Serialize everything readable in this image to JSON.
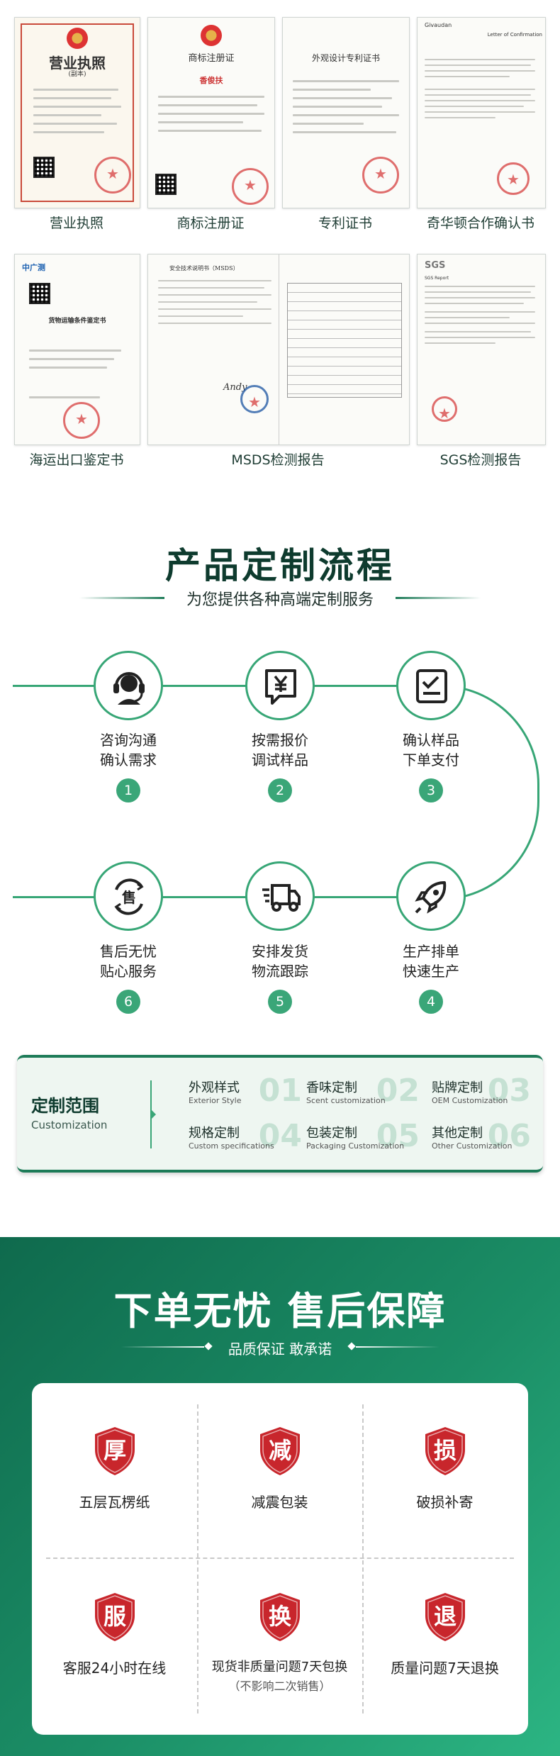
{
  "certificates": [
    {
      "caption": "营业执照",
      "doc_title": "营业执照",
      "doc_note": "(副本)"
    },
    {
      "caption": "商标注册证",
      "doc_title": "商标注册证",
      "doc_note": "香俊扶"
    },
    {
      "caption": "专利证书",
      "doc_title": "外观设计专利证书",
      "doc_note": ""
    },
    {
      "caption": "奇华顿合作确认书",
      "doc_title": "Letter of Confirmation",
      "doc_note": "Givaudan"
    },
    {
      "caption": "海运出口鉴定书",
      "doc_title": "货物运输条件鉴定书",
      "doc_note": "中广测"
    },
    {
      "caption": "MSDS检测报告",
      "doc_title": "安全技术说明书（MSDS）",
      "doc_note": "Andy"
    },
    {
      "caption": "SGS检测报告",
      "doc_title": "SGS",
      "doc_note": "SGS Report"
    }
  ],
  "process": {
    "title": "产品定制流程",
    "subtitle": "为您提供各种高端定制服务",
    "steps": [
      {
        "num": "1",
        "line1": "咨询沟通",
        "line2": "确认需求",
        "icon": "customer-service-icon"
      },
      {
        "num": "2",
        "line1": "按需报价",
        "line2": "调试样品",
        "icon": "yuan-quote-icon"
      },
      {
        "num": "3",
        "line1": "确认样品",
        "line2": "下单支付",
        "icon": "checklist-icon"
      },
      {
        "num": "4",
        "line1": "生产排单",
        "line2": "快速生产",
        "icon": "rocket-icon"
      },
      {
        "num": "5",
        "line1": "安排发货",
        "line2": "物流跟踪",
        "icon": "delivery-truck-icon"
      },
      {
        "num": "6",
        "line1": "售后无忧",
        "line2": "贴心服务",
        "icon": "after-sales-icon"
      }
    ],
    "customization": {
      "title": "定制范围",
      "title_en": "Customization",
      "items": [
        {
          "num": "01",
          "cn": "外观样式",
          "en": "Exterior Style"
        },
        {
          "num": "02",
          "cn": "香味定制",
          "en": "Scent customization"
        },
        {
          "num": "03",
          "cn": "贴牌定制",
          "en": "OEM Customization"
        },
        {
          "num": "04",
          "cn": "规格定制",
          "en": "Custom specifications"
        },
        {
          "num": "05",
          "cn": "包装定制",
          "en": "Packaging Customization"
        },
        {
          "num": "06",
          "cn": "其他定制",
          "en": "Other Customization"
        }
      ]
    }
  },
  "guarantee": {
    "title": "下单无忧 售后保障",
    "subtitle": "品质保证 敢承诺",
    "items": [
      {
        "char": "厚",
        "label": "五层瓦楞纸",
        "note": ""
      },
      {
        "char": "减",
        "label": "减震包装",
        "note": ""
      },
      {
        "char": "损",
        "label": "破损补寄",
        "note": ""
      },
      {
        "char": "服",
        "label": "客服24小时在线",
        "note": ""
      },
      {
        "char": "换",
        "label": "现货非质量问题7天包换",
        "note": "（不影响二次销售）"
      },
      {
        "char": "退",
        "label": "质量问题7天退换",
        "note": ""
      }
    ]
  },
  "colors": {
    "brand_green": "#1d7b58",
    "accent_green": "#37a676",
    "shield_red": "#c8262c"
  }
}
